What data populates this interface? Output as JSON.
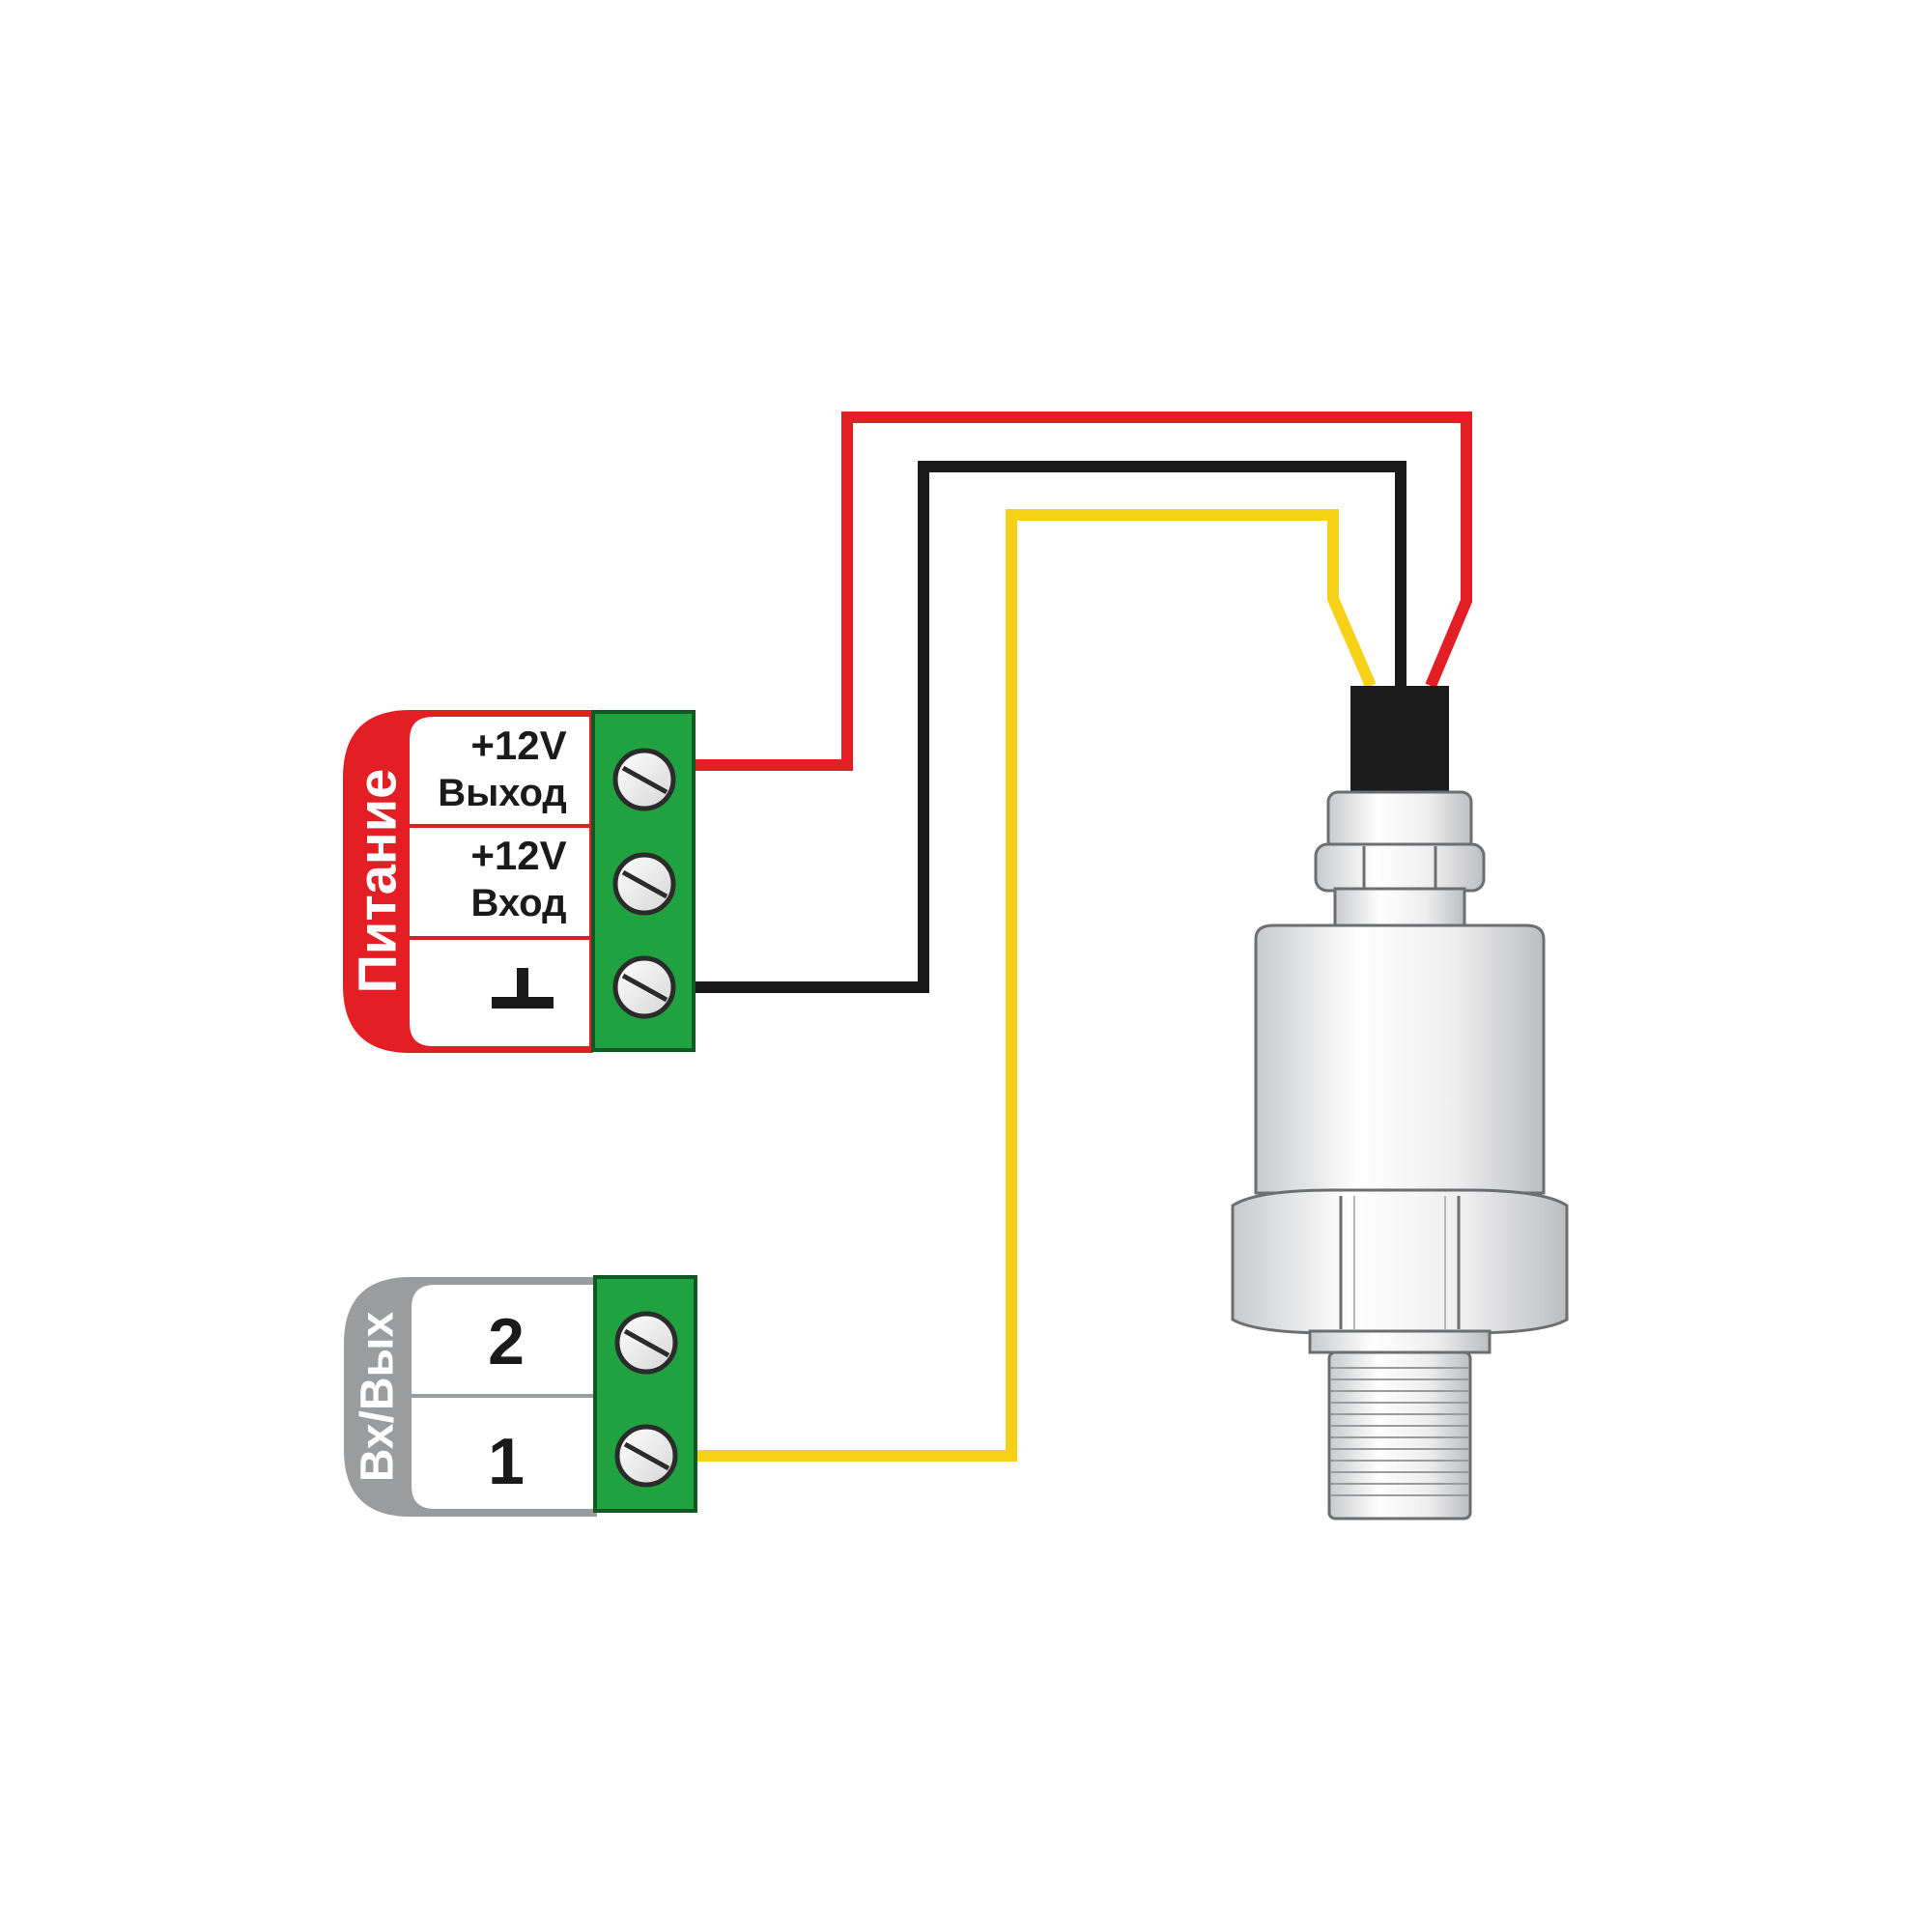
{
  "power_block": {
    "side_label": "Питание",
    "accent_color": "#e31e24",
    "terminals": [
      {
        "line1": "+12V",
        "line2": "Выход"
      },
      {
        "line1": "+12V",
        "line2": "Вход"
      },
      {
        "symbol": "┴"
      }
    ]
  },
  "io_block": {
    "side_label": "Вх/Вых",
    "accent_color": "#9b9c9e",
    "terminals": [
      {
        "label": "2"
      },
      {
        "label": "1"
      }
    ]
  },
  "terminal_color": "#1fa23f",
  "wires": [
    {
      "name": "power-plus-wire",
      "color": "#e31e24"
    },
    {
      "name": "ground-wire",
      "color": "#1a1a1a"
    },
    {
      "name": "signal-wire",
      "color": "#f7d117"
    }
  ],
  "sensor": {
    "icon": "pressure-sensor-icon"
  }
}
